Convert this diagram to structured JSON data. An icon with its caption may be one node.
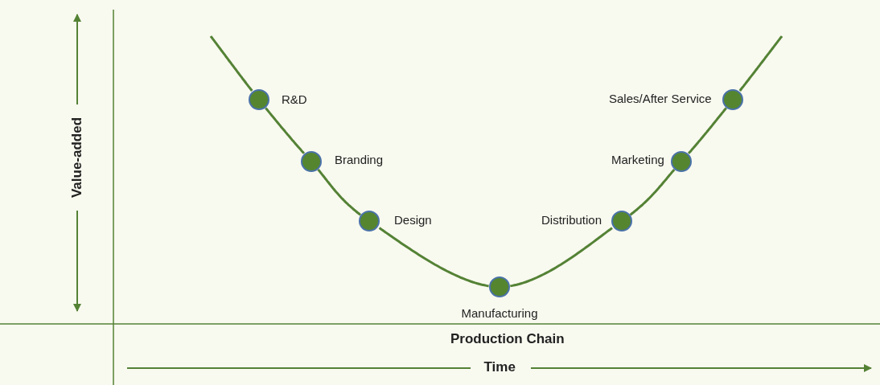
{
  "diagram": {
    "nodes": [
      {
        "text": [],
        "shape": "circle",
        "beside": [
          "R&D"
        ]
      },
      {
        "text": [],
        "shape": "circle",
        "beside": [
          "Branding"
        ]
      },
      {
        "text": [],
        "shape": "circle",
        "beside": [
          "Design"
        ]
      },
      {
        "text": [],
        "shape": "circle",
        "beside": [
          "Manufacturing"
        ]
      },
      {
        "text": [],
        "shape": "circle",
        "beside": [
          "Distribution"
        ]
      },
      {
        "text": [],
        "shape": "circle",
        "beside": [
          "Marketing"
        ]
      },
      {
        "text": [],
        "shape": "circle",
        "beside": [
          "Sales/After Service"
        ]
      }
    ],
    "edges": [
      {
        "from": null,
        "to": 0,
        "arrow": "none"
      },
      {
        "from": 0,
        "to": 1,
        "arrow": "none"
      },
      {
        "from": 1,
        "to": 2,
        "arrow": "none"
      },
      {
        "from": 2,
        "to": 3,
        "arrow": "none"
      },
      {
        "from": 3,
        "to": 4,
        "arrow": "none"
      },
      {
        "from": 4,
        "to": 5,
        "arrow": "none"
      },
      {
        "from": 5,
        "to": 6,
        "arrow": "none"
      },
      {
        "from": 6,
        "to": null,
        "arrow": "none"
      }
    ],
    "labels": [
      "Value-added",
      "Production Chain",
      "Time"
    ]
  }
}
